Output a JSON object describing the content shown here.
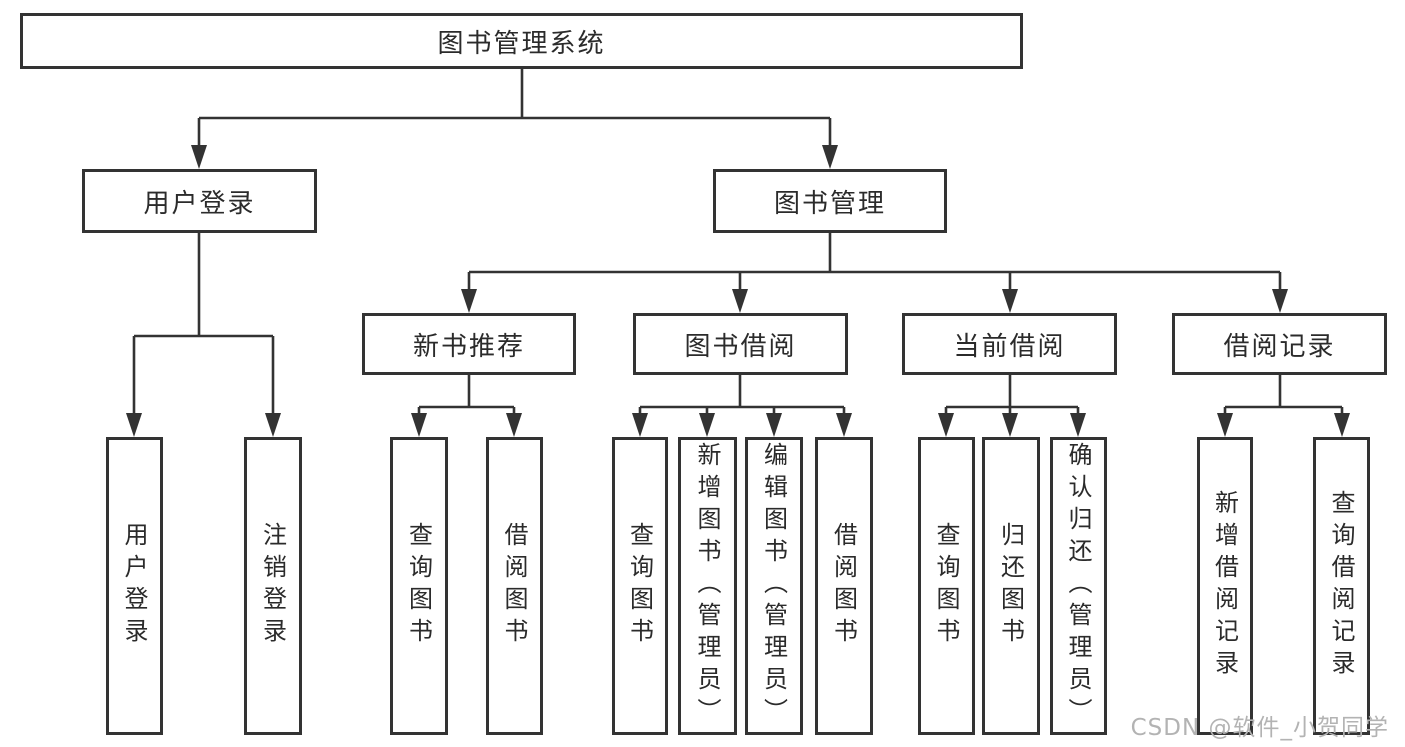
{
  "diagram": {
    "title": "图书管理系统",
    "level2": {
      "user_login": "用户登录",
      "book_mgmt": "图书管理"
    },
    "level3": {
      "new_book_rec": "新书推荐",
      "book_borrow": "图书借阅",
      "current_borrow": "当前借阅",
      "borrow_record": "借阅记录"
    },
    "leaves": {
      "user_login_leaf": "用户登录",
      "logout_leaf": "注销登录",
      "query_book_1": "查询图书",
      "borrow_book_1": "借阅图书",
      "query_book_2": "查询图书",
      "add_book_admin": "新增图书（管理员）",
      "edit_book_admin": "编辑图书（管理员）",
      "borrow_book_2": "借阅图书",
      "query_book_3": "查询图书",
      "return_book": "归还图书",
      "confirm_return_admin": "确认归还（管理员）",
      "add_borrow_record": "新增借阅记录",
      "query_borrow_record": "查询借阅记录"
    }
  },
  "watermark": {
    "text": "CSDN @软件_小贺同学",
    "color": "#b3b3b3"
  },
  "colors": {
    "line": "#333333",
    "text": "#2b2b2b",
    "background": "#ffffff"
  }
}
